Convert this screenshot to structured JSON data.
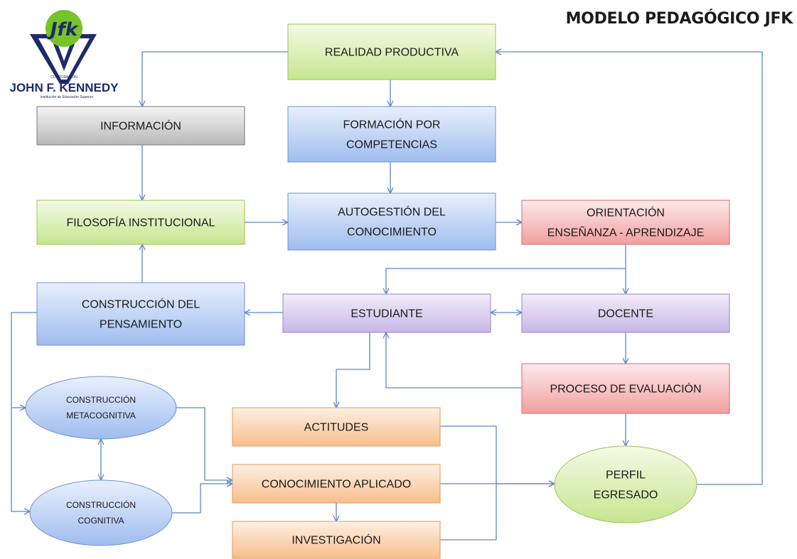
{
  "title": "MODELO PEDAGÓGICO JFK",
  "logo": {
    "monogram": "Jfk",
    "line1": "CORPORACIÓN",
    "line2": "JOHN F. KENNEDY",
    "line3": "Institución de Educación Superior"
  },
  "nodes": {
    "realidad": {
      "lines": [
        "REALIDAD PRODUCTIVA"
      ],
      "color": "green"
    },
    "informacion": {
      "lines": [
        "INFORMACIÓN"
      ],
      "color": "gray"
    },
    "formacion": {
      "lines": [
        "FORMACIÓN POR",
        "COMPETENCIAS"
      ],
      "color": "blue"
    },
    "filosofia": {
      "lines": [
        "FILOSOFÍA INSTITUCIONAL"
      ],
      "color": "green"
    },
    "autogestion": {
      "lines": [
        "AUTOGESTIÓN DEL",
        "CONOCIMIENTO"
      ],
      "color": "blue"
    },
    "orientacion": {
      "lines": [
        "ORIENTACIÓN",
        "ENSEÑANZA - APRENDIZAJE"
      ],
      "color": "red"
    },
    "construccion_pens": {
      "lines": [
        "CONSTRUCCIÓN DEL",
        "PENSAMIENTO"
      ],
      "color": "blue"
    },
    "estudiante": {
      "lines": [
        "ESTUDIANTE"
      ],
      "color": "purple"
    },
    "docente": {
      "lines": [
        "DOCENTE"
      ],
      "color": "purple"
    },
    "evaluacion": {
      "lines": [
        "PROCESO DE EVALUACIÓN"
      ],
      "color": "red"
    },
    "metacog": {
      "lines": [
        "CONSTRUCCIÓN",
        "METACOGNITIVA"
      ],
      "color": "blue"
    },
    "cognitiva": {
      "lines": [
        "CONSTRUCCIÓN",
        "COGNITIVA"
      ],
      "color": "blue"
    },
    "actitudes": {
      "lines": [
        "ACTITUDES"
      ],
      "color": "orange"
    },
    "conocimiento": {
      "lines": [
        "CONOCIMIENTO APLICADO"
      ],
      "color": "orange"
    },
    "investigacion": {
      "lines": [
        "INVESTIGACIÓN"
      ],
      "color": "orange"
    },
    "perfil": {
      "lines": [
        "PERFIL",
        "EGRESADO"
      ],
      "color": "green"
    }
  },
  "colors": {
    "green": [
      "#f4fbe6",
      "#c6e58f"
    ],
    "gray": [
      "#f4f4f4",
      "#b8b8b8"
    ],
    "blue": [
      "#e8f0fc",
      "#9fbdef"
    ],
    "red": [
      "#fdeaea",
      "#f19f9f"
    ],
    "purple": [
      "#f2eefa",
      "#c8b6e6"
    ],
    "orange": [
      "#fdf0e4",
      "#f8be8b"
    ],
    "line": "#5b87c6",
    "border_blue": "#7f9fd6",
    "logo_green": "#78c22a",
    "logo_navy": "#1d2a6c"
  }
}
